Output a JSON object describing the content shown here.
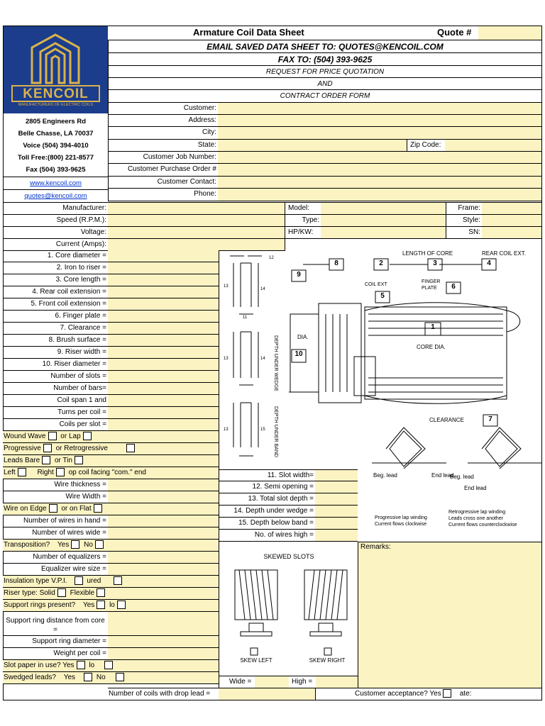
{
  "header": {
    "title": "Armature Coil Data Sheet",
    "quote_label": "Quote #",
    "email_line": "EMAIL SAVED DATA SHEET TO: QUOTES@KENCOIL.COM",
    "fax_line": "FAX TO: (504) 393-9625",
    "rfq_line": "REQUEST FOR PRICE QUOTATION",
    "and_line": "AND",
    "contract_line": "CONTRACT ORDER FORM"
  },
  "company": {
    "logo_text": "KENCOIL",
    "logo_sub": "MANUFACTURERS OF ELECTRIC COILS",
    "address1": "2805 Engineers Rd",
    "address2": "Belle Chasse, LA 70037",
    "voice": "Voice (504) 394-4010",
    "tollfree": "Toll Free:(800) 221-8577",
    "fax": "Fax (504) 393-9625",
    "website": "www.kencoil.com",
    "email": "quotes@kencoil.com"
  },
  "customer_fields": {
    "customer": "Customer:",
    "address": "Address:",
    "city": "City:",
    "state": "State:",
    "zip": "Zip Code:",
    "job_number": "Customer Job Number:",
    "po": "Customer Purchase Order #",
    "contact": "Customer Contact:",
    "phone": "Phone:"
  },
  "motor_fields": {
    "manufacturer": "Manufacturer:",
    "speed": "Speed (R.P.M.):",
    "voltage": "Voltage:",
    "current": "Current (Amps):",
    "model": "Model:",
    "type": "Type:",
    "hpkw": "HP/KW:",
    "frame": "Frame:",
    "style": "Style:",
    "sn": "SN:"
  },
  "left_rows": [
    "1. Core diameter =",
    "2. Iron to riser =",
    "3. Core length =",
    "4. Rear coil extension =",
    "5. Front coil extension =",
    "6. Finger plate =",
    "7. Clearance =",
    "8. Brush surface =",
    "9. Riser width =",
    "10. Riser diameter =",
    "Number of slots =",
    "Number of bars=",
    "Coil span 1 and",
    "Turns per coil =",
    "Coils per slot ="
  ],
  "wound": {
    "label": "Wound",
    "wave": "Wave",
    "lap": "or Lap"
  },
  "progressive": {
    "prog": "Progressive",
    "retro": "or Retrogressive"
  },
  "leads": {
    "bare": "Leads  Bare",
    "tin": "or Tin"
  },
  "hand": {
    "left": "Left",
    "right": "Right",
    "facing": "op coil facing \"com.\" end"
  },
  "wire_thickness": "Wire thickness =",
  "wire_width": "Wire Width =",
  "wire_edge": {
    "edge": "Wire on Edge",
    "flat": "or on Flat"
  },
  "wires_in_hand": "Number of wires in hand =",
  "wires_wide": "Number of wires wide =",
  "transposition": {
    "label": "Transposition?",
    "yes": "Yes",
    "no": "No"
  },
  "equalizers": "Number of equalizers =",
  "equalizer_size": "Equalizer wire size =",
  "insulation": {
    "label": "Insulation type",
    "vpi": "V.P.I.",
    "cured": "ured"
  },
  "riser_type": {
    "label": "Riser type:",
    "solid": "Solid",
    "flexible": "Flexible"
  },
  "support_rings": {
    "label": "Support rings present?",
    "yes": "Yes",
    "no": "lo"
  },
  "support_distance": "Support ring distance from core =",
  "support_diameter": "Support ring diameter =",
  "weight_per_coil": "Weight per coil =",
  "slot_paper": {
    "label": "Slot paper in use?",
    "yes": "Yes",
    "no": "lo"
  },
  "swedged": {
    "label": "Swedged leads?",
    "yes": "Yes",
    "no": "No"
  },
  "mid_rows": [
    "11. Slot width=",
    "12. Semi opening =",
    "13. Total slot depth =",
    "14. Depth under wedge =",
    "15. Depth below band =",
    "No. of wires high ="
  ],
  "wide_label": "Wide =",
  "high_label": "High =",
  "remarks_label": "Remarks:",
  "drop_lead": "Number of coils with drop lead =",
  "acceptance": {
    "label": "Customer acceptance? Yes",
    "date": "ate:"
  },
  "diagram": {
    "length_of_core": "LENGTH OF CORE",
    "rear_coil_ext": "REAR COIL EXT.",
    "coil_ext": "COIL EXT",
    "finger_plate_1": "FINGER",
    "finger_plate_2": "PLATE",
    "core_dia": "CORE DIA.",
    "dia": "DIA.",
    "clearance": "CLEARANCE",
    "depth_under_wedge": "DEPTH UNDER WEDGE",
    "depth_under_band": "DEPTH UNDER BAND",
    "n1": "1",
    "n2": "2",
    "n3": "3",
    "n4": "4",
    "n5": "5",
    "n6": "6",
    "n7": "7",
    "n8": "8",
    "n9": "9",
    "n10": "10",
    "d11": "11",
    "d12": "12",
    "d13": "13",
    "d14": "14",
    "d15": "15",
    "beg_lead": "Beg. lead",
    "end_lead": "End lead",
    "beg_lead2": "Beg. lead",
    "end_lead2": "End lead",
    "prog_cap1": "Progressive lap winding",
    "prog_cap2": "Current flows clockwise",
    "retro_cap1": "Retrogressive lap winding",
    "retro_cap2": "Leads cross one another",
    "retro_cap3": "Current flows counterclockwise",
    "skewed_slots": "SKEWED SLOTS",
    "skew_left": "SKEW LEFT",
    "skew_right": "SKEW RIGHT"
  },
  "colors": {
    "field": "#fbf3c2",
    "logo_bg": "#1c3d8c",
    "logo_gold": "#d9b24c",
    "link": "#0033cc"
  }
}
